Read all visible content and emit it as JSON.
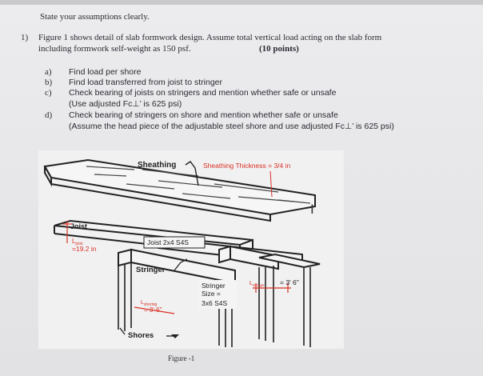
{
  "header": {
    "intro": "State your assumptions clearly."
  },
  "question": {
    "number": "1)",
    "line1": "Figure 1 shows detail of slab formwork design. Assume total vertical load acting on the slab form",
    "line2": "including formwork self-weight as 150 psf.",
    "points": "(10 points)",
    "parts": [
      {
        "label": "a)",
        "text": "Find load per shore"
      },
      {
        "label": "b)",
        "text": "Find load transferred from joist to stringer"
      },
      {
        "label": "c)",
        "text": "Check bearing of joists on stringers and mention whether safe or unsafe",
        "note": "(Use adjusted Fc⊥’ is 625 psi)"
      },
      {
        "label": "d)",
        "text": "Check bearing of stringers on shore and mention whether safe or unsafe",
        "note": "(Assume the head piece of the adjustable steel shore and use adjusted Fc⊥’ is 625 psi)"
      }
    ]
  },
  "figure": {
    "sheathing_label": "Sheathing",
    "sheathing_thickness": "Sheathing Thickness = 3/4 in",
    "joist_label": "Joist",
    "joist_size": "Joist 2x4 S4S",
    "ljoist": "L",
    "ljoist_sub": "joist",
    "ljoist_value": "=19.2 in",
    "stringer_label": "Stringer",
    "stringer_size_l1": "Stringer",
    "stringer_size_l2": "Size =",
    "stringer_size_l3": "3x6 S4S",
    "lstringer": "L",
    "lstringer_sub": "stringer",
    "lstringer_value": "= 3' 6\"",
    "lshoring": "L",
    "lshoring_sub": "shoring",
    "lshoring_value": "= 3' 6\"",
    "shores_label": "Shores",
    "caption": "Figure -1",
    "accent_red": "#d93025"
  }
}
